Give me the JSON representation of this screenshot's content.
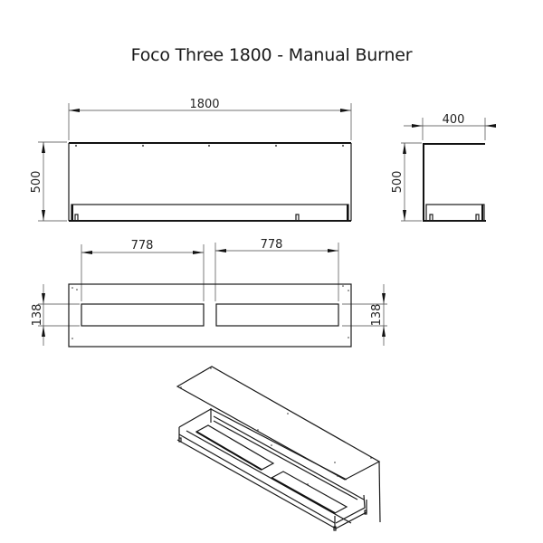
{
  "title": "Foco Three 1800 - Manual Burner",
  "views": {
    "front": {
      "width_label": "1800",
      "height_label": "500"
    },
    "side": {
      "depth_label": "400",
      "height_label": "500"
    },
    "plan": {
      "slot_left_label": "778",
      "slot_right_label": "778",
      "slot_height_left_label": "138",
      "slot_height_right_label": "138"
    },
    "isometric": {
      "description": "isometric-view"
    }
  },
  "colors": {
    "line": "#1a1a1a",
    "background": "#ffffff"
  }
}
